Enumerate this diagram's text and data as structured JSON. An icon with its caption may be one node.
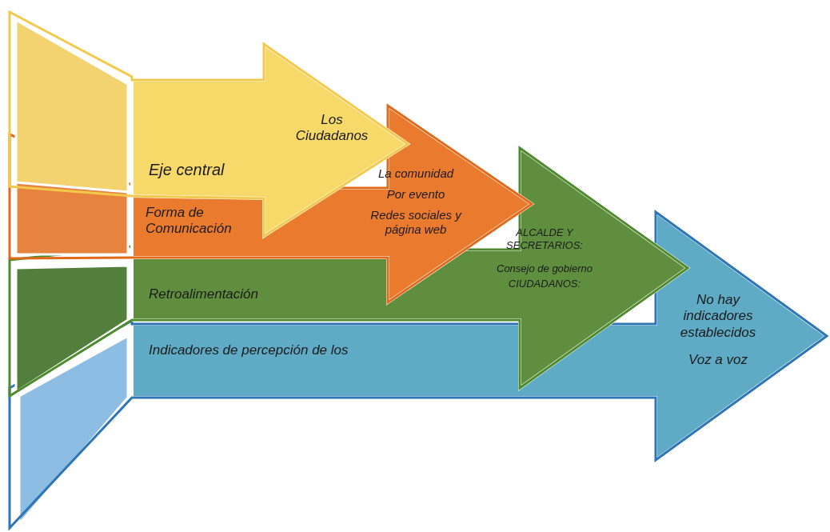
{
  "diagram": {
    "nodes": [
      {
        "text": [
          "Eje central",
          "Los Ciudadanos"
        ]
      },
      {
        "text": [
          "Forma de Comunicación",
          "La comunidad",
          "Por evento",
          "Redes sociales y página web"
        ]
      },
      {
        "text": [
          "Retroalimentación",
          "ALCALDE Y SECRETARIOS:",
          "Consejo de gobierno",
          "CIUDADANOS:"
        ]
      },
      {
        "text": [
          "Indicadores de percepción de los",
          "No hay indicadores establecidos",
          "Voz a voz"
        ]
      }
    ]
  }
}
